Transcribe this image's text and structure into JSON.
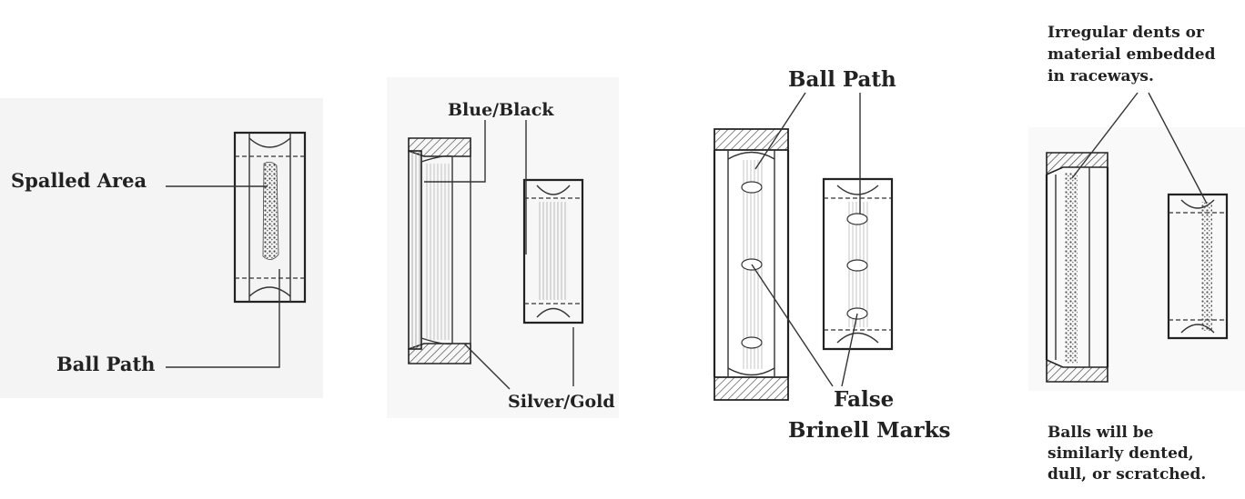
{
  "panels": {
    "spalled": {
      "spalled_area": "Spalled Area",
      "ball_path": "Ball Path"
    },
    "discoloration": {
      "blue_black": "Blue/Black",
      "silver_gold": "Silver/Gold"
    },
    "false_brinell": {
      "ball_path": "Ball Path",
      "false_line1": "False",
      "false_line2": "Brinell Marks"
    },
    "dents": {
      "top_line1": "Irregular dents or",
      "top_line2": "material embedded",
      "top_line3": "in raceways.",
      "bottom_line1": "Balls will be",
      "bottom_line2": "similarly dented,",
      "bottom_line3": "dull, or scratched."
    }
  }
}
